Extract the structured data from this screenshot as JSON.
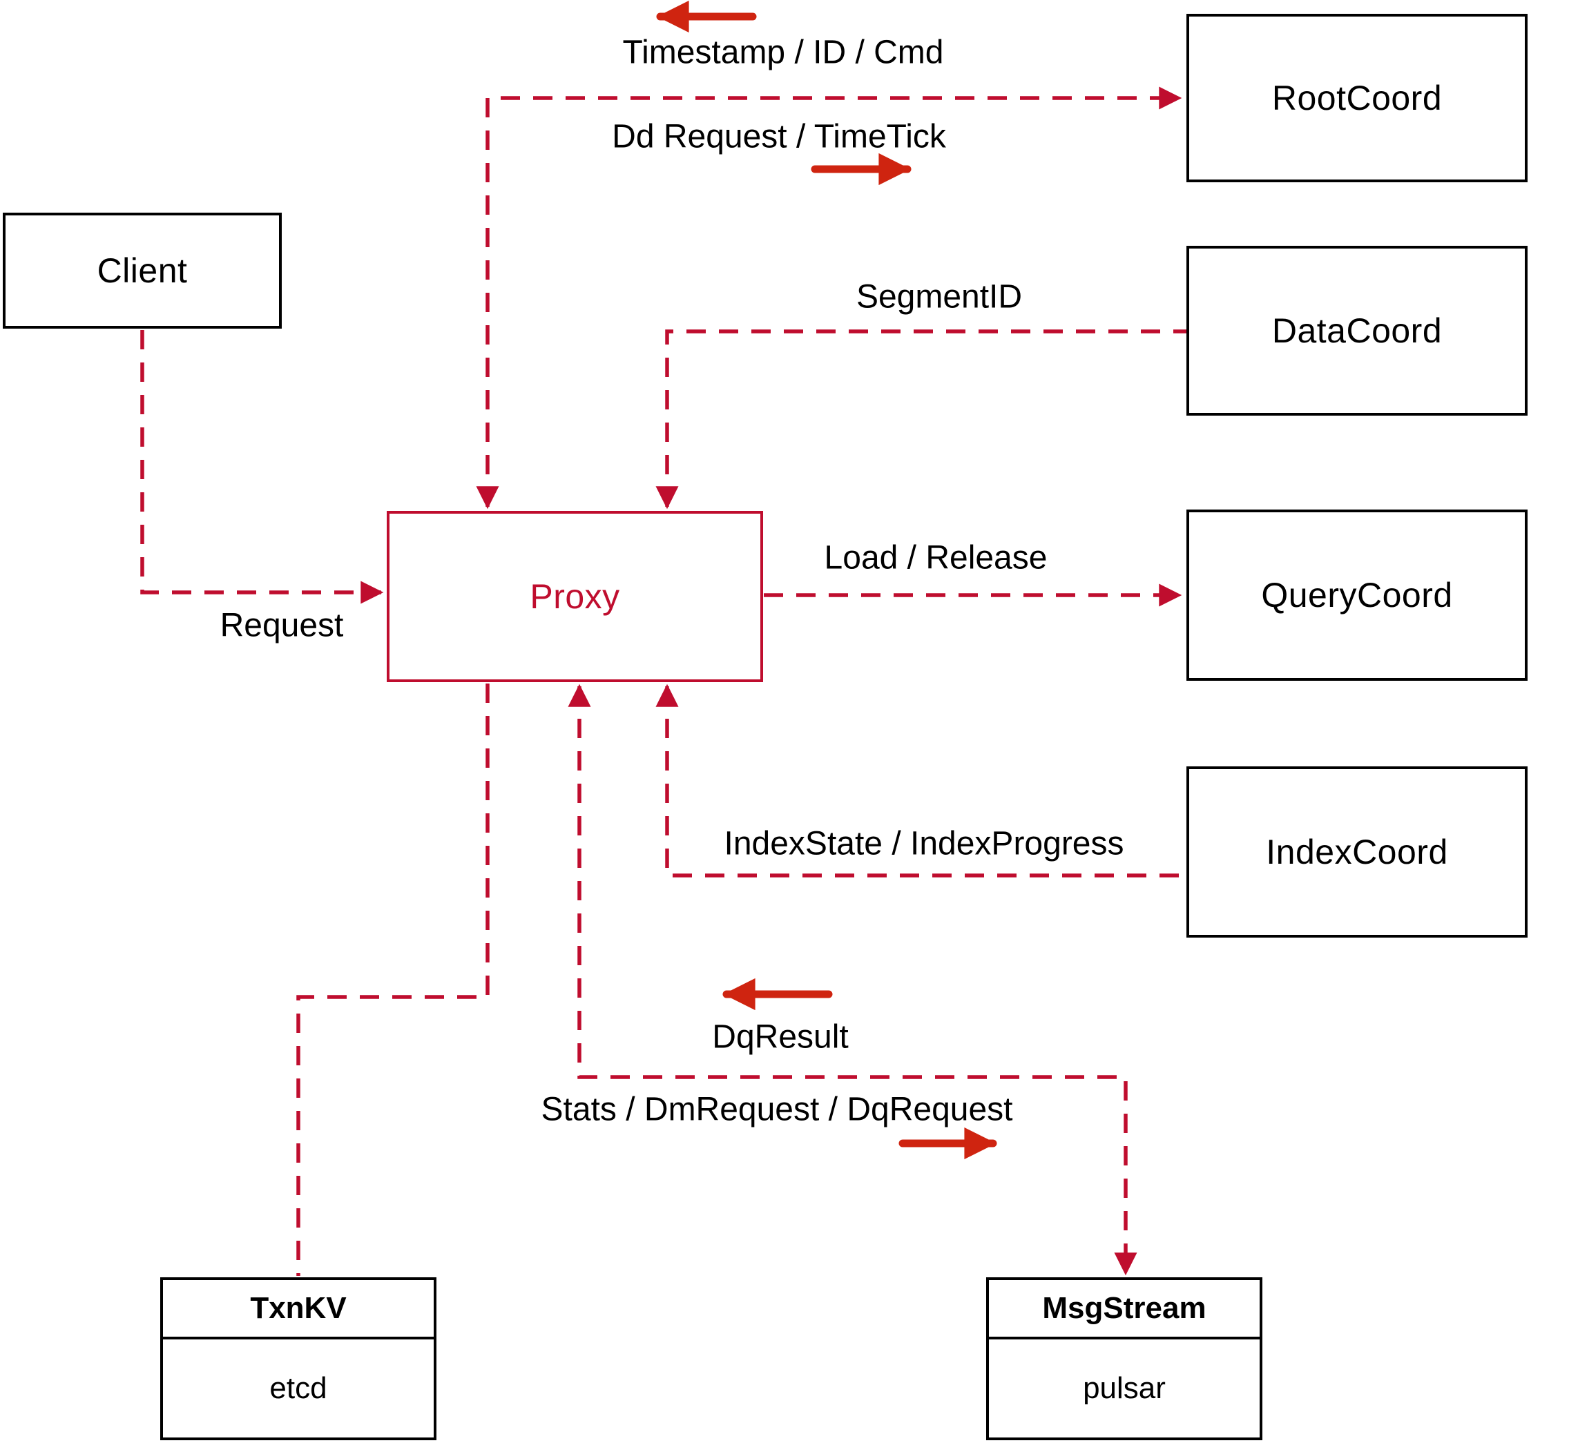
{
  "nodes": {
    "client": {
      "label": "Client"
    },
    "proxy": {
      "label": "Proxy"
    },
    "rootcoord": {
      "label": "RootCoord"
    },
    "datacoord": {
      "label": "DataCoord"
    },
    "querycoord": {
      "label": "QueryCoord"
    },
    "indexcoord": {
      "label": "IndexCoord"
    },
    "txnkv": {
      "title": "TxnKV",
      "subtitle": "etcd"
    },
    "msgstream": {
      "title": "MsgStream",
      "subtitle": "pulsar"
    }
  },
  "edges": {
    "timestamp": "Timestamp / ID / Cmd",
    "ddrequest": "Dd Request / TimeTick",
    "segmentid": "SegmentID",
    "load_release": "Load / Release",
    "request": "Request",
    "indexstate": "IndexState / IndexProgress",
    "dqresult": "DqResult",
    "stats": "Stats / DmRequest / DqRequest"
  },
  "colors": {
    "dash_line": "#bf0d2e",
    "solid_arrow": "#cf2410",
    "node_border": "#000000",
    "text": "#000000",
    "background": "#ffffff"
  }
}
